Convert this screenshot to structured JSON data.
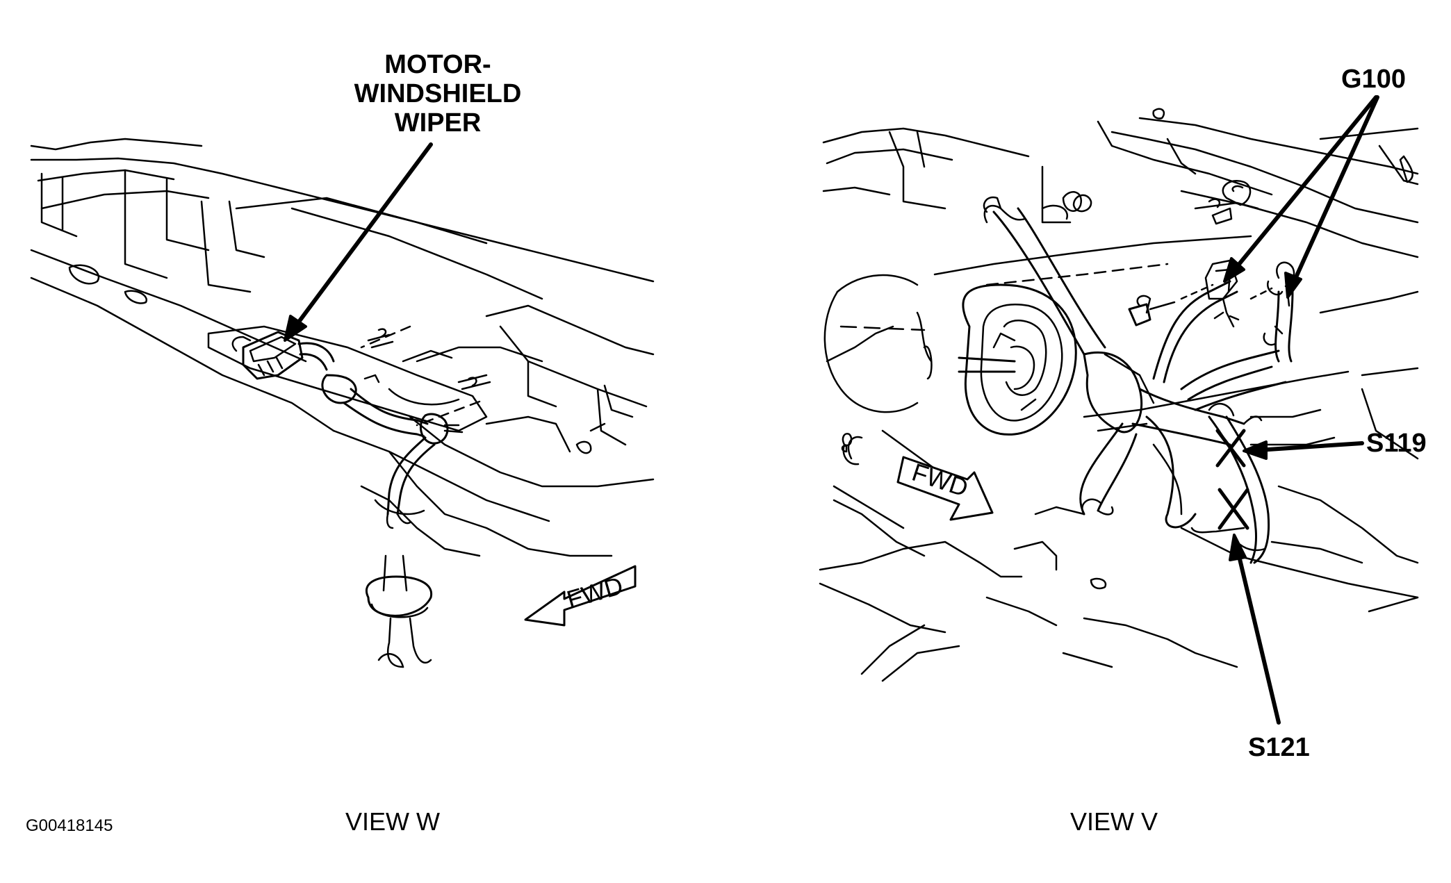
{
  "callouts": {
    "motor_line1": "MOTOR-",
    "motor_line2": "WINDSHIELD",
    "motor_line3": "WIPER",
    "g100": "G100",
    "s119": "S119",
    "s121": "S121"
  },
  "captions": {
    "view_w": "VIEW W",
    "view_v": "VIEW V",
    "figure_id": "G00418145"
  },
  "arrows": {
    "fwd_left": "FWD",
    "fwd_right": "FWD"
  },
  "colors": {
    "ink": "#000000",
    "paper": "#ffffff"
  }
}
